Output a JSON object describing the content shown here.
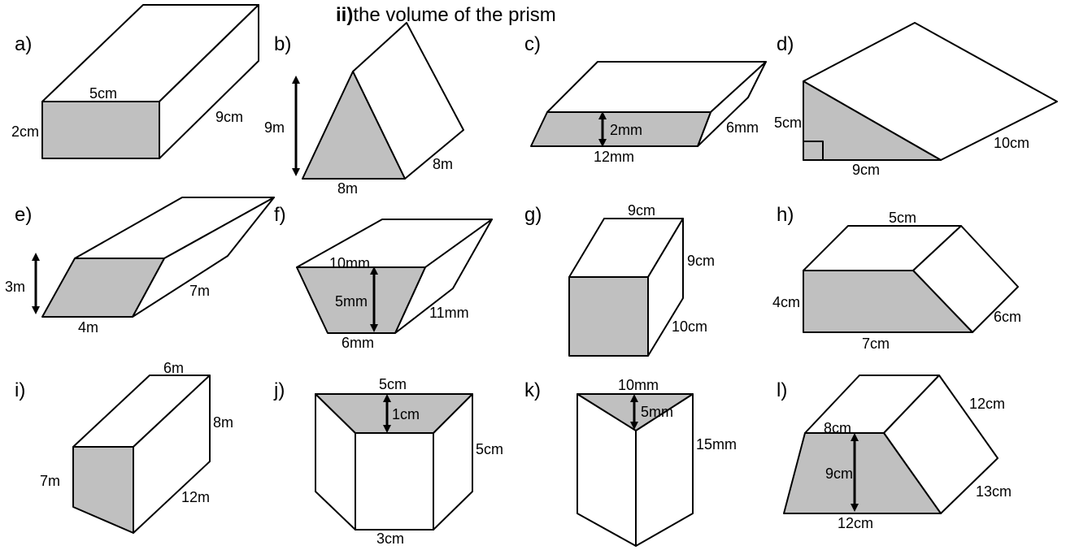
{
  "heading": {
    "prefix": "ii)",
    "text": "the volume of the prism"
  },
  "colors": {
    "shaded_face": "#c0c0c0",
    "stroke": "#000000",
    "background": "#ffffff"
  },
  "prisms": [
    {
      "letter": "a)",
      "labels": [
        "5cm",
        "2cm",
        "9cm"
      ]
    },
    {
      "letter": "b)",
      "labels": [
        "9m",
        "8m",
        "8m"
      ]
    },
    {
      "letter": "c)",
      "labels": [
        "2mm",
        "12mm",
        "6mm"
      ]
    },
    {
      "letter": "d)",
      "labels": [
        "5cm",
        "9cm",
        "10cm"
      ]
    },
    {
      "letter": "e)",
      "labels": [
        "3m",
        "4m",
        "7m"
      ]
    },
    {
      "letter": "f)",
      "labels": [
        "10mm",
        "5mm",
        "6mm",
        "11mm"
      ]
    },
    {
      "letter": "g)",
      "labels": [
        "9cm",
        "9cm",
        "10cm"
      ]
    },
    {
      "letter": "h)",
      "labels": [
        "5cm",
        "4cm",
        "7cm",
        "6cm"
      ]
    },
    {
      "letter": "i)",
      "labels": [
        "6m",
        "8m",
        "7m",
        "12m"
      ]
    },
    {
      "letter": "j)",
      "labels": [
        "5cm",
        "1cm",
        "5cm",
        "3cm"
      ]
    },
    {
      "letter": "k)",
      "labels": [
        "10mm",
        "5mm",
        "15mm"
      ]
    },
    {
      "letter": "l)",
      "labels": [
        "8cm",
        "12cm",
        "9cm",
        "13cm",
        "12cm"
      ]
    }
  ]
}
